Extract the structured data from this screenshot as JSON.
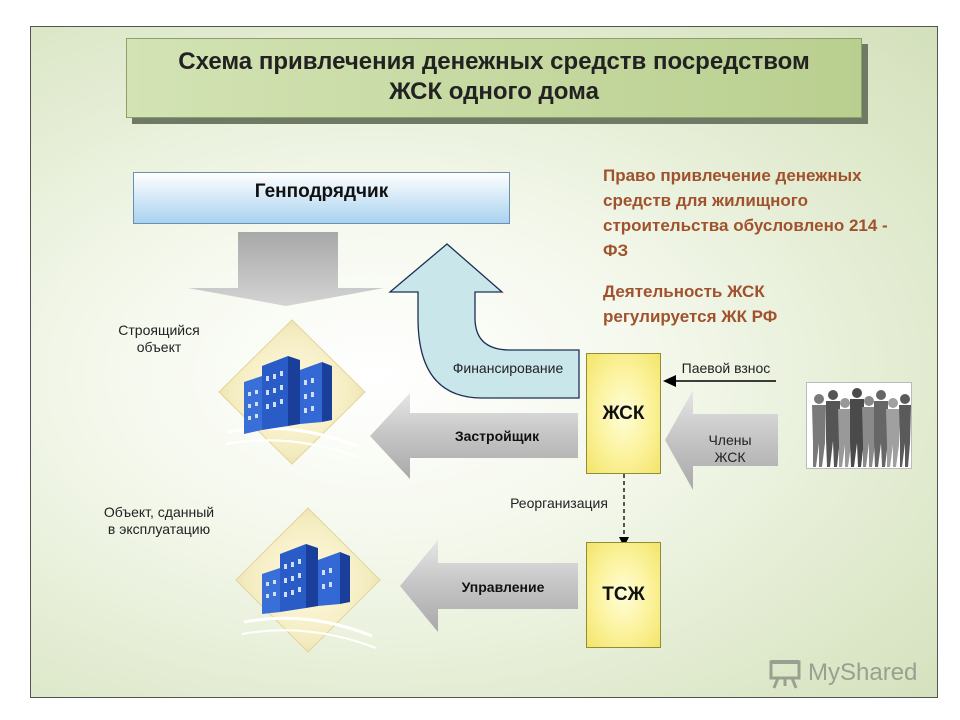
{
  "title": {
    "line1": "Схема привлечения денежных средств посредством",
    "line2": "ЖСК одного дома"
  },
  "nodes": {
    "genpodryadchik": "Генподрядчик",
    "zhsk": "ЖСК",
    "tszh": "ТСЖ"
  },
  "labels": {
    "building_under_construction": "Строящийся объект",
    "building_commissioned": "Объект, сданный в эксплуатацию",
    "financing": "Финансирование",
    "share_contribution": "Паевой взнос",
    "developer": "Застройщик",
    "members": "Члены ЖСК",
    "reorganization": "Реорганизация",
    "management": "Управление"
  },
  "notes": {
    "law_214": "Право привлечение денежных средств для жилищного строительства обусловлено 214 - ФЗ",
    "housing_code": "Деятельность ЖСК регулируется ЖК РФ"
  },
  "brand": "MyShared",
  "colors": {
    "note_text": "#a0522d",
    "box_yellow": "#fbf29a",
    "building_blue": "#2255cc",
    "arrow_gray": "#c8c8c8",
    "arrow_teal": "#c9e6ea"
  }
}
